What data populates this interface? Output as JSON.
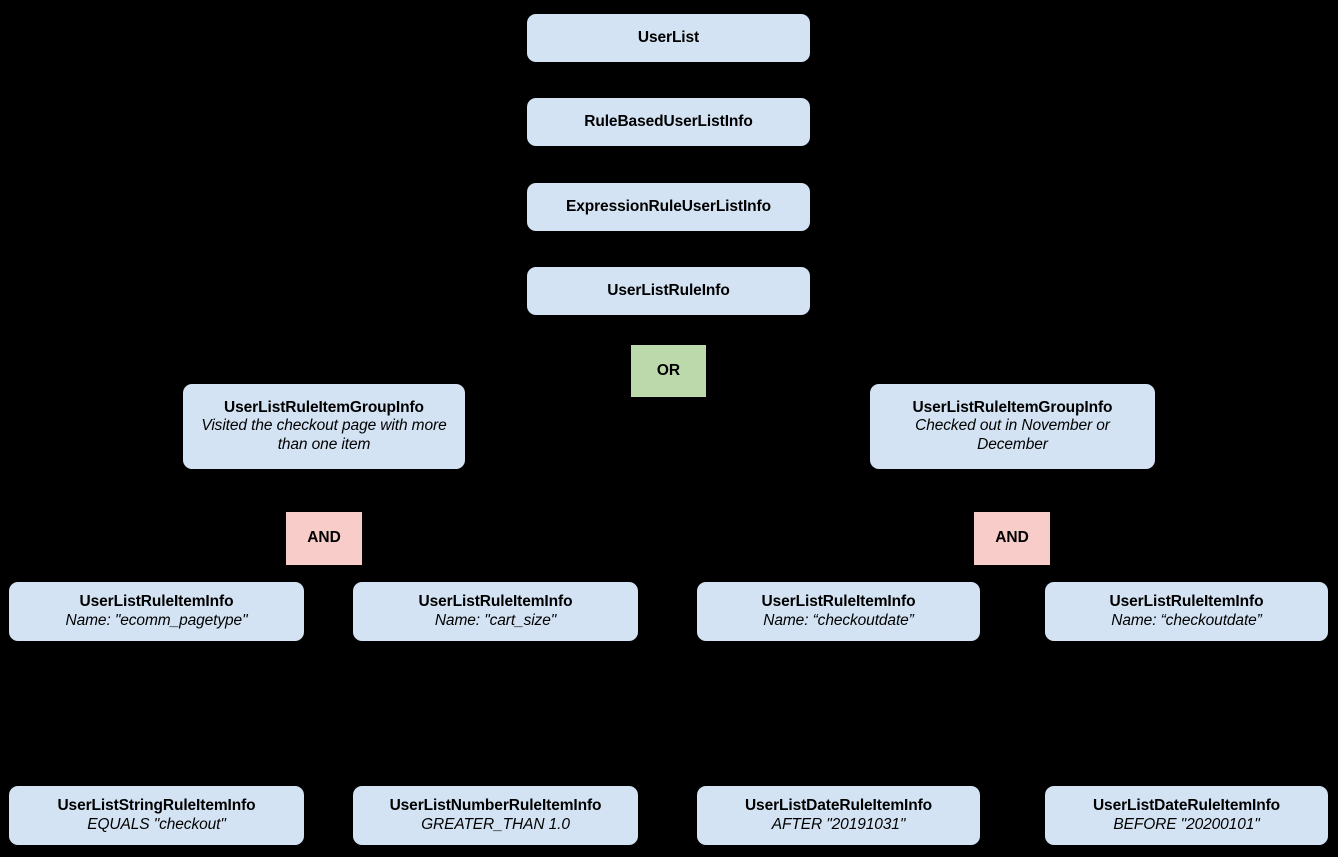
{
  "diagram": {
    "type": "hierarchy-tree",
    "background_color": "#000000",
    "entity_color": "#d3e3f3",
    "or_operator_color": "#bcd9ac",
    "and_operator_color": "#f7ccc9",
    "levels": [
      {
        "level": 1,
        "nodes": [
          {
            "title": "UserList",
            "subtitle": "",
            "kind": "entity"
          }
        ]
      },
      {
        "level": 2,
        "nodes": [
          {
            "title": "RuleBasedUserListInfo",
            "subtitle": "",
            "kind": "entity"
          }
        ]
      },
      {
        "level": 3,
        "nodes": [
          {
            "title": "ExpressionRuleUserListInfo",
            "subtitle": "",
            "kind": "entity"
          }
        ]
      },
      {
        "level": 4,
        "nodes": [
          {
            "title": "UserListRuleInfo",
            "subtitle": "",
            "kind": "entity"
          }
        ]
      },
      {
        "level": 5,
        "nodes": [
          {
            "title": "OR",
            "subtitle": "",
            "kind": "operator-or"
          }
        ]
      },
      {
        "level": 6,
        "nodes": [
          {
            "title": "UserListRuleItemGroupInfo",
            "subtitle": "Visited the checkout page with more than one item",
            "kind": "entity"
          },
          {
            "title": "UserListRuleItemGroupInfo",
            "subtitle": "Checked out in November or December",
            "kind": "entity"
          }
        ]
      },
      {
        "level": 7,
        "nodes": [
          {
            "title": "AND",
            "subtitle": "",
            "kind": "operator-and"
          },
          {
            "title": "AND",
            "subtitle": "",
            "kind": "operator-and"
          }
        ]
      },
      {
        "level": 8,
        "nodes": [
          {
            "title": "UserListRuleItemInfo",
            "subtitle": "Name: \"ecomm_pagetype\"",
            "kind": "entity"
          },
          {
            "title": "UserListRuleItemInfo",
            "subtitle": "Name: \"cart_size\"",
            "kind": "entity"
          },
          {
            "title": "UserListRuleItemInfo",
            "subtitle": "Name: “checkoutdate”",
            "kind": "entity"
          },
          {
            "title": "UserListRuleItemInfo",
            "subtitle": "Name: “checkoutdate”",
            "kind": "entity"
          }
        ]
      },
      {
        "level": 9,
        "nodes": [
          {
            "title": "UserListStringRuleItemInfo",
            "subtitle": "EQUALS \"checkout\"",
            "kind": "entity"
          },
          {
            "title": "UserListNumberRuleItemInfo",
            "subtitle": "GREATER_THAN 1.0",
            "kind": "entity"
          },
          {
            "title": "UserListDateRuleItemInfo",
            "subtitle": "AFTER \"20191031\"",
            "kind": "entity"
          },
          {
            "title": "UserListDateRuleItemInfo",
            "subtitle": "BEFORE \"20200101\"",
            "kind": "entity"
          }
        ]
      }
    ]
  },
  "nodes": {
    "user_list": {
      "title": "UserList"
    },
    "rule_based_user_list_info": {
      "title": "RuleBasedUserListInfo"
    },
    "expression_rule_user_list_info": {
      "title": "ExpressionRuleUserListInfo"
    },
    "user_list_rule_info": {
      "title": "UserListRuleInfo"
    },
    "or_operator": {
      "label": "OR"
    },
    "group_left": {
      "title": "UserListRuleItemGroupInfo",
      "subtitle": "Visited the checkout page with more than one item"
    },
    "group_right": {
      "title": "UserListRuleItemGroupInfo",
      "subtitle": "Checked out in November or December"
    },
    "and_operator_left": {
      "label": "AND"
    },
    "and_operator_right": {
      "label": "AND"
    },
    "item_1": {
      "title": "UserListRuleItemInfo",
      "subtitle": "Name: \"ecomm_pagetype\""
    },
    "item_2": {
      "title": "UserListRuleItemInfo",
      "subtitle": "Name: \"cart_size\""
    },
    "item_3": {
      "title": "UserListRuleItemInfo",
      "subtitle": "Name: “checkoutdate”"
    },
    "item_4": {
      "title": "UserListRuleItemInfo",
      "subtitle": "Name: “checkoutdate”"
    },
    "leaf_1": {
      "title": "UserListStringRuleItemInfo",
      "subtitle": "EQUALS \"checkout\""
    },
    "leaf_2": {
      "title": "UserListNumberRuleItemInfo",
      "subtitle": "GREATER_THAN 1.0"
    },
    "leaf_3": {
      "title": "UserListDateRuleItemInfo",
      "subtitle": "AFTER \"20191031\""
    },
    "leaf_4": {
      "title": "UserListDateRuleItemInfo",
      "subtitle": "BEFORE \"20200101\""
    }
  }
}
